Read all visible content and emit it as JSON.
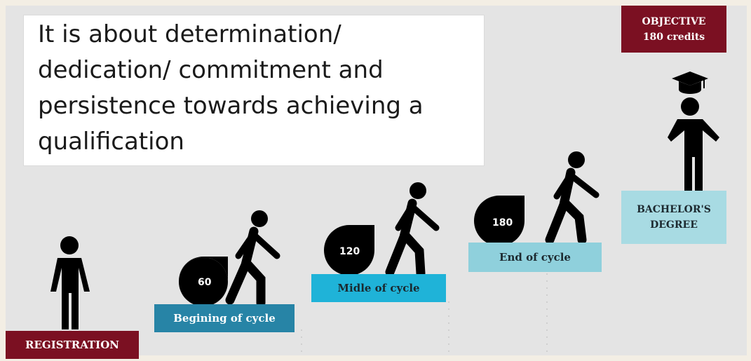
{
  "quote": {
    "text": "It is about determination/\ndedication/ commitment and\npersistence towards achieving a\nqualification"
  },
  "stages": {
    "registration": "REGISTRATION",
    "beginning": "Begining of cycle",
    "middle": "Midle of cycle",
    "end": "End of cycle",
    "degree": "BACHELOR'S\nDEGREE"
  },
  "objective": "OBJECTIVE\n180 credits",
  "credits": {
    "c60": "60",
    "c120": "120",
    "c180": "180"
  },
  "colors": {
    "maroon": "#7b1022",
    "blue_dark": "#2784a6",
    "blue_mid": "#1fb3d8",
    "blue_light": "#8fd0dc",
    "blue_pale": "#a8dbe3",
    "figure": "#000000"
  }
}
